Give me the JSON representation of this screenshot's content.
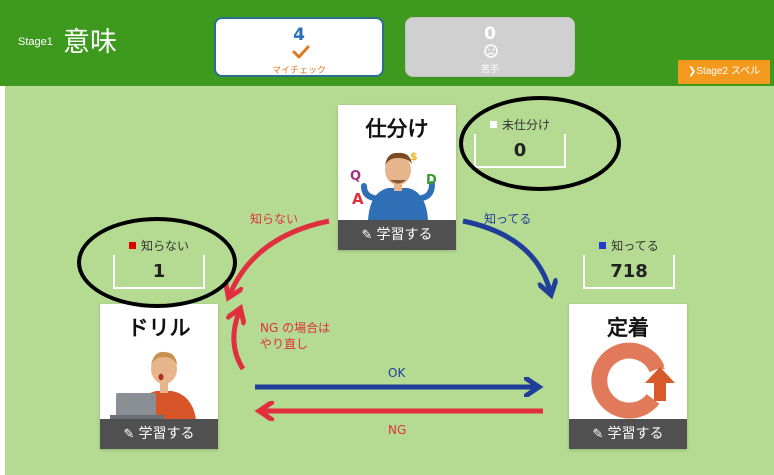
{
  "header": {
    "stage_small": "Stage1",
    "title": "意味",
    "mycheck": {
      "count": "4",
      "label": "マイチェック"
    },
    "weak": {
      "count": "0",
      "label": "苦手"
    },
    "stage2_button": "Stage2 スペル"
  },
  "cards": {
    "sort": {
      "title": "仕分け",
      "button": "学習する"
    },
    "drill": {
      "title": "ドリル",
      "button": "学習する"
    },
    "fix": {
      "title": "定着",
      "button": "学習する"
    }
  },
  "counters": {
    "unsorted": {
      "label": "未仕分け",
      "value": "0"
    },
    "unknown": {
      "label": "知らない",
      "value": "1"
    },
    "known": {
      "label": "知ってる",
      "value": "718"
    }
  },
  "arrows": {
    "unknown": "知らない",
    "known": "知ってる",
    "retry_line1": "NG の場合は",
    "retry_line2": "やり直し",
    "ok": "OK",
    "ng": "NG"
  },
  "colors": {
    "header_green": "#3e9a1f",
    "panel_green": "#b5da92",
    "stage2_orange": "#f39a1e",
    "arrow_red": "#e03040",
    "arrow_blue": "#1f3e9a",
    "unknown_marker": "#e00000",
    "known_marker": "#1f3ecf"
  }
}
